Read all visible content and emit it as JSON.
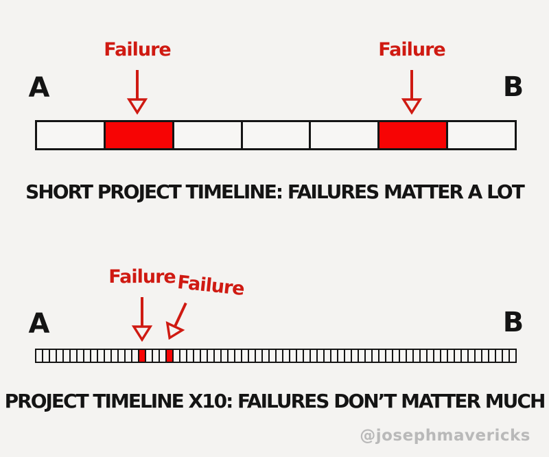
{
  "colors": {
    "background": "#f4f3f1",
    "ink": "#141414",
    "red_fill": "#f70404",
    "red_accent": "#cf1a12",
    "segment_white": "#f7f6f4",
    "watermark": "#b9b9b9"
  },
  "top_diagram": {
    "start_label": "A",
    "end_label": "B",
    "failure_label_1": "Failure",
    "failure_label_2": "Failure",
    "bar": {
      "segments": 7,
      "red_indices": [
        1,
        5
      ]
    },
    "caption": "SHORT PROJECT TIMELINE: FAILURES MATTER A LOT"
  },
  "bottom_diagram": {
    "start_label": "A",
    "end_label": "B",
    "failure_label_1": "Failure",
    "failure_label_2": "Failure",
    "bar": {
      "segments": 70,
      "red_indices": [
        15,
        19
      ]
    },
    "caption": "PROJECT TIMELINE X10: FAILURES DON’T MATTER MUCH"
  },
  "watermark": "@josephmavericks"
}
